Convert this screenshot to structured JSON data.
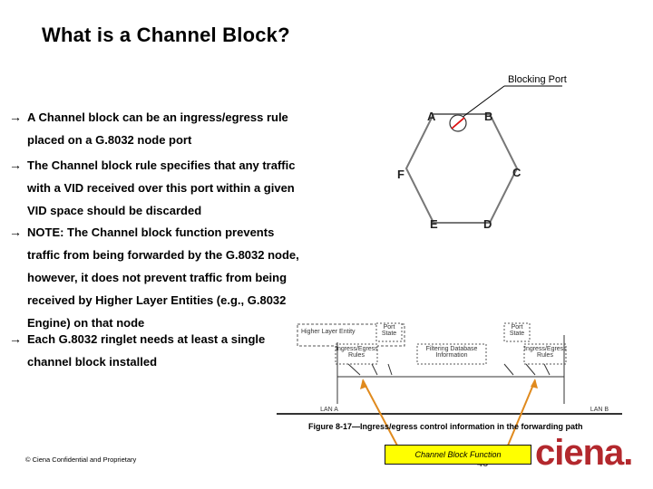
{
  "title": "What is a Channel Block?",
  "bullets": [
    {
      "first": "A Channel block can be an ingress/egress rule",
      "rest": [
        "placed on a G.8032 node port"
      ]
    },
    {
      "first": "The Channel block rule specifies that any traffic",
      "rest": [
        "with a VID received over this port within a given",
        "VID space should be discarded"
      ]
    },
    {
      "first": "NOTE: The Channel block function prevents",
      "rest": [
        "traffic from being forwarded by the G.8032 node,",
        "however, it does not prevent traffic from being",
        "received by Higher Layer Entities (e.g., G.8032",
        "Engine) on that node"
      ]
    },
    {
      "first": "Each G.8032 ringlet needs at least a single",
      "rest": [
        "channel block installed"
      ]
    }
  ],
  "arrow_glyph": "→",
  "ring": {
    "blocking_label": "Blocking Port",
    "nodes": {
      "a": "A",
      "b": "B",
      "c": "C",
      "d": "D",
      "e": "E",
      "f": "F"
    }
  },
  "figure": {
    "higher_layer": "Higher Layer Entity",
    "port_state_1": "Port State",
    "port_state_2": "Port State",
    "ingress_1": "Ingress/Egress Rules",
    "filtering": "Filtering Database Information",
    "ingress_2": "Ingress/Egress Rules",
    "lan_a": "LAN A",
    "lan_b": "LAN B",
    "caption": "Figure 8-17—Ingress/egress control information in the forwarding path"
  },
  "footer": "© Ciena Confidential and Proprietary",
  "callout": "Channel Block Function",
  "page_number": "43",
  "logo": "ciena.",
  "colors": {
    "logo": "#b3282d",
    "callout_bg": "#ffff00",
    "arrow_orange": "#e08a1e"
  }
}
